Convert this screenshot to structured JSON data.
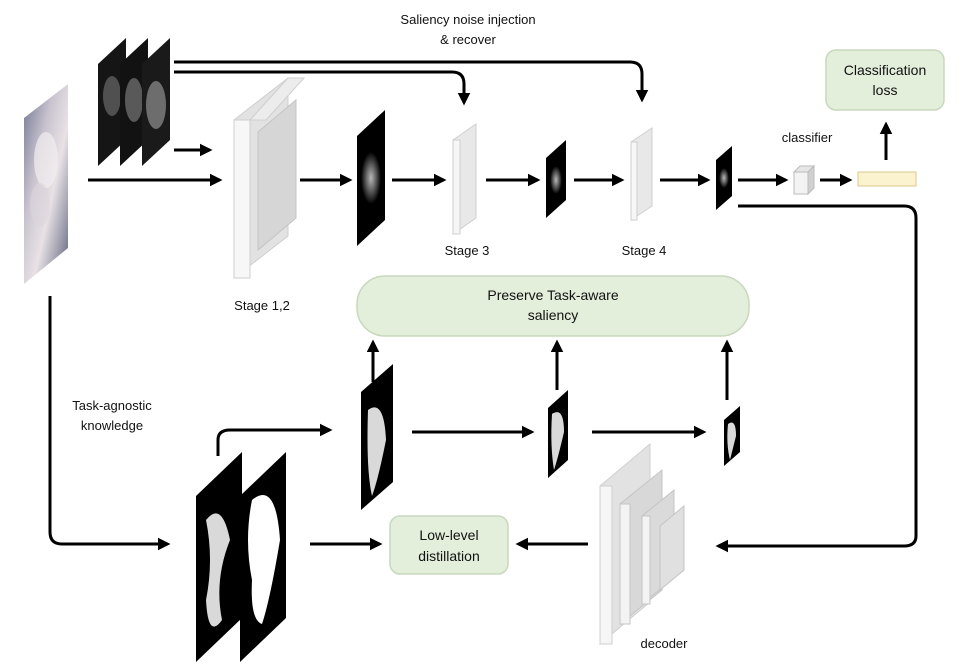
{
  "labels": {
    "saliency_injection_line1": "Saliency noise injection",
    "saliency_injection_line2": "& recover",
    "stage12": "Stage 1,2",
    "stage3": "Stage 3",
    "stage4": "Stage 4",
    "classifier": "classifier",
    "task_agnostic_line1": "Task-agnostic",
    "task_agnostic_line2": "knowledge",
    "decoder": "decoder"
  },
  "boxes": {
    "classification_loss_line1": "Classification",
    "classification_loss_line2": "loss",
    "preserve_line1": "Preserve Task-aware",
    "preserve_line2": "saliency",
    "low_level_line1": "Low-level",
    "low_level_line2": "distillation"
  },
  "colors": {
    "box_fill": "#e3eedb",
    "box_stroke": "#c8d8bd",
    "logit_fill": "#fbf3cf",
    "logit_stroke": "#d9c98a",
    "layer_front": "#f0f0f0",
    "layer_side": "#d4d4d4",
    "arrow": "#000000"
  }
}
